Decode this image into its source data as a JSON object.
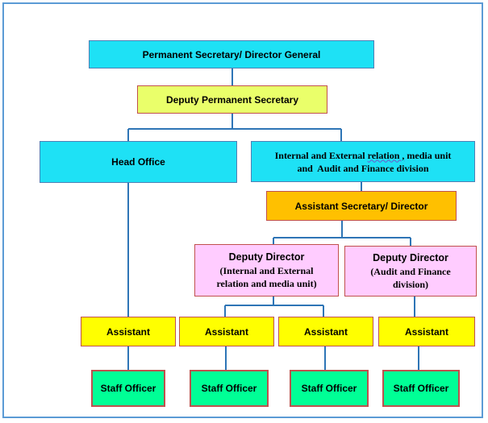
{
  "chart": {
    "permanent_secretary": "Permanent Secretary/ Director General",
    "deputy_permanent_secretary": "Deputy Permanent Secretary",
    "head_office": "Head Office",
    "internal_external_line1_a": "Internal and External ",
    "internal_external_line1_b": "relation ,",
    "internal_external_line1_c": " media unit",
    "internal_external_line2": "and  Audit and Finance division",
    "assistant_secretary": "Assistant Secretary/ Director",
    "deputy_director_left_title": "Deputy Director",
    "deputy_director_left_sub": "(Internal and External relation and media unit)",
    "deputy_director_right_title": "Deputy Director",
    "deputy_director_right_sub": "(Audit and Finance division)",
    "assistants": [
      "Assistant",
      "Assistant",
      "Assistant",
      "Assistant"
    ],
    "staff_officers": [
      "Staff Officer",
      "Staff Officer",
      "Staff Officer",
      "Staff Officer"
    ]
  },
  "colors": {
    "connector": "#2e75b6",
    "frame": "#5b9bd5",
    "cyan": "#1ee1f5",
    "lime": "#eaff6a",
    "orange": "#ffc000",
    "pink": "#ffccff",
    "yellow": "#ffff00",
    "green": "#00ff96",
    "box_border": "#c0504d"
  }
}
